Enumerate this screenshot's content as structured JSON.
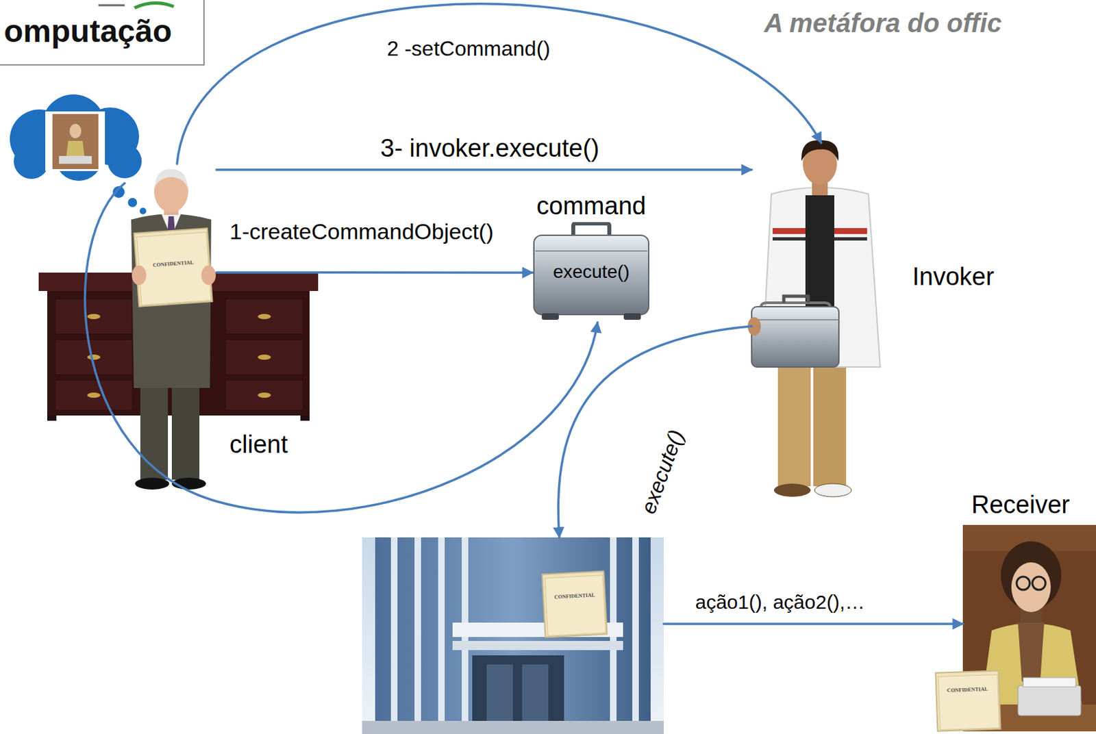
{
  "diagram": {
    "title": "A metáfora do offic",
    "nodes": [
      {
        "text": [
          "client"
        ]
      },
      {
        "text": [
          "command",
          "execute()"
        ]
      },
      {
        "text": [
          "Invoker"
        ]
      },
      {
        "text": []
      },
      {
        "text": [
          "Receiver"
        ]
      }
    ],
    "edges": [
      {
        "from": 0,
        "to": 2,
        "label": "2 -setCommand()",
        "arrow": "to"
      },
      {
        "from": 0,
        "to": 2,
        "label": "3- invoker.execute()",
        "arrow": "to"
      },
      {
        "from": 0,
        "to": 1,
        "label": "1-createCommandObject()",
        "arrow": "to"
      },
      {
        "from": 0,
        "to": 1,
        "arrow": "to"
      },
      {
        "from": 2,
        "to": 3,
        "label": "execute()",
        "arrow": "to"
      },
      {
        "from": 3,
        "to": 4,
        "label": "ação1(), ação2(),…",
        "arrow": "to"
      }
    ],
    "labels": [
      "omputação",
      "CONFIDENTIAL",
      "CONFIDENTIAL",
      "CONFIDENTIAL"
    ]
  }
}
